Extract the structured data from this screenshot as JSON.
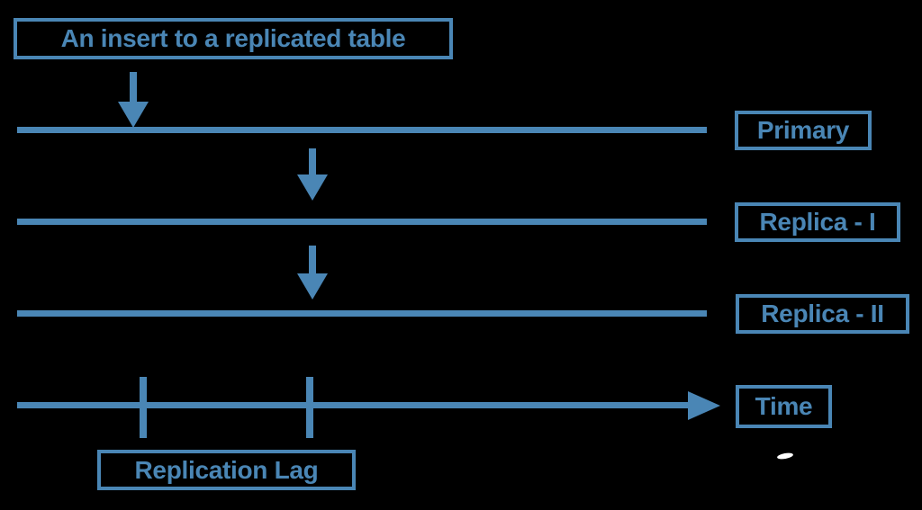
{
  "diagram": {
    "title_box": "An insert to a replicated table",
    "rows": [
      {
        "label": "Primary"
      },
      {
        "label": "Replica - I"
      },
      {
        "label": "Replica - II"
      }
    ],
    "axis": {
      "label": "Time"
    },
    "lag": {
      "label": "Replication Lag"
    }
  },
  "colors": {
    "accent": "#4a86b5",
    "background": "#000000",
    "mark": "#ffffff"
  }
}
